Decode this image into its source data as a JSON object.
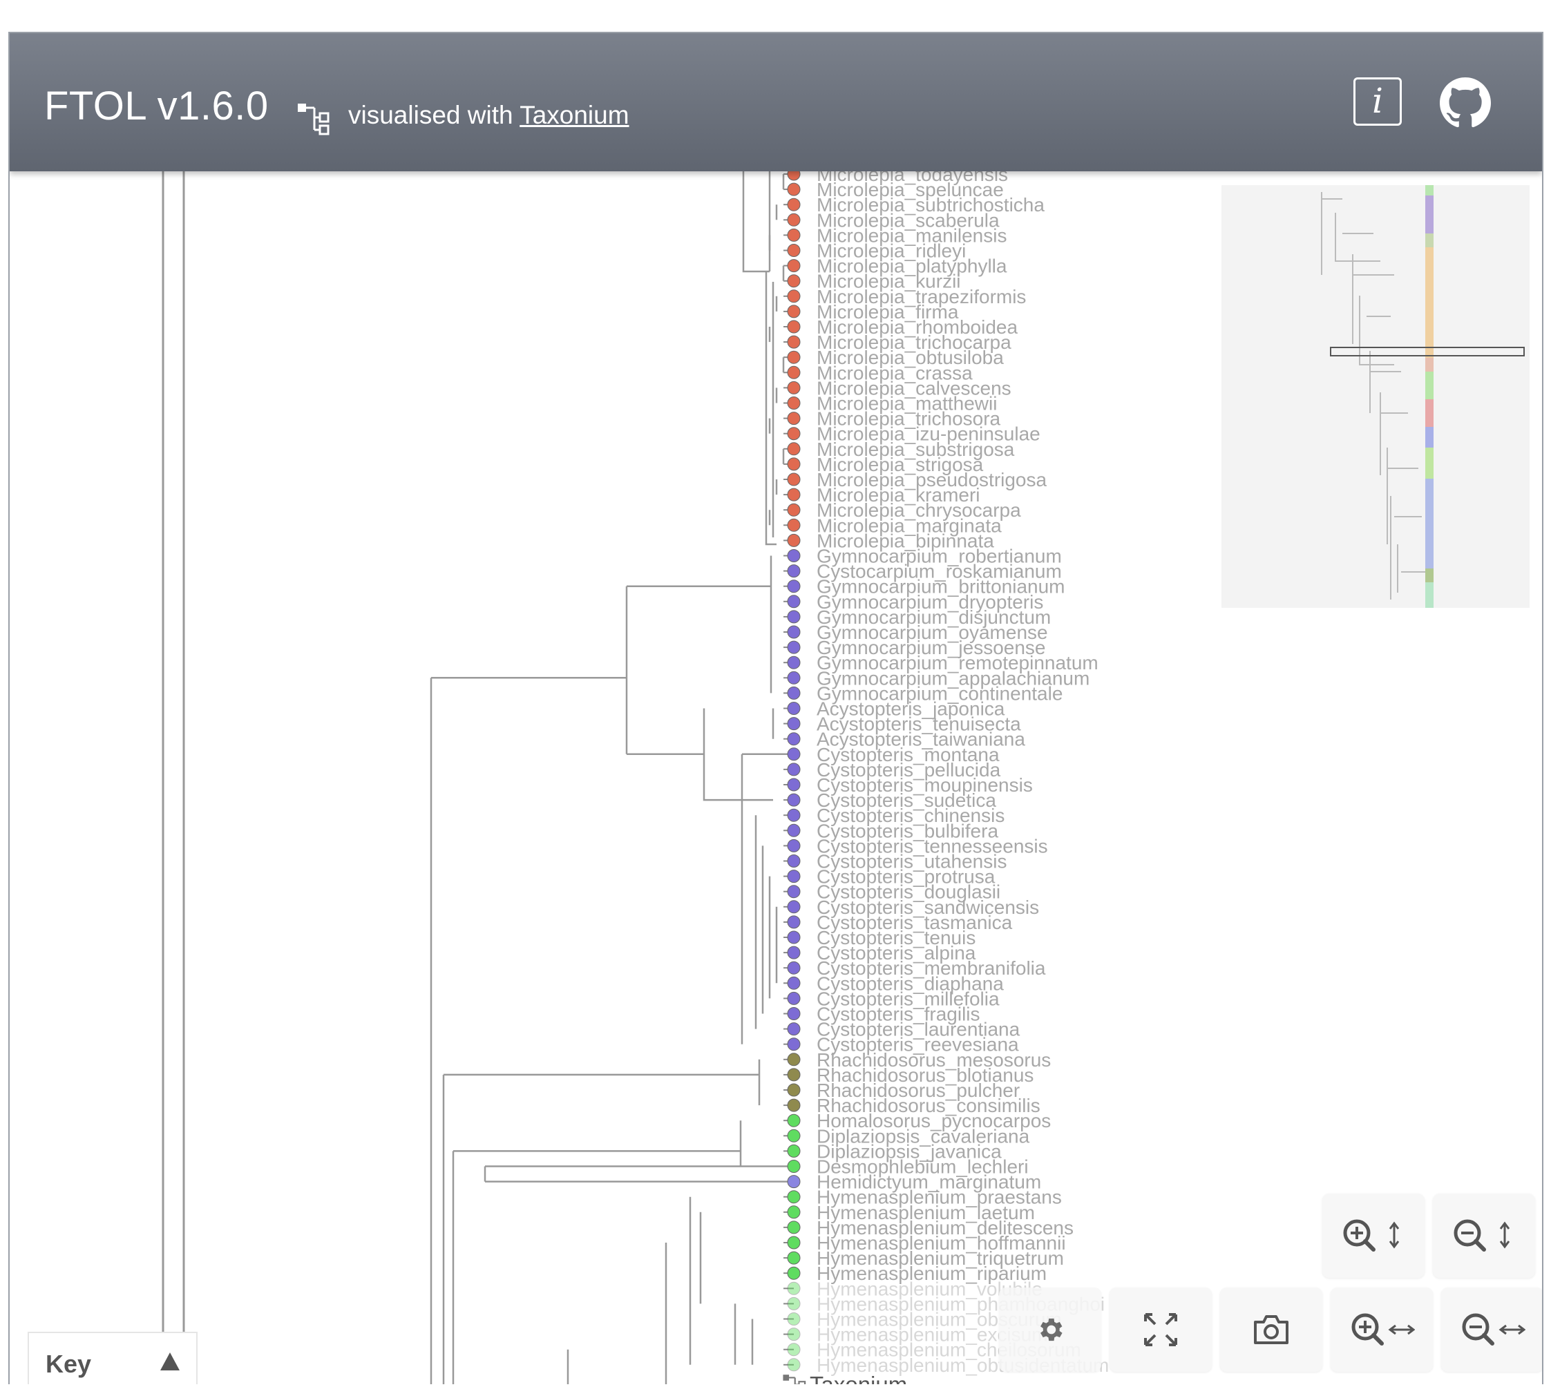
{
  "header": {
    "title": "FTOL v1.6.0",
    "subtitle_prefix": "visualised with",
    "subtitle_link": "Taxonium",
    "info_label": "i"
  },
  "tree": {
    "colors": {
      "Microlepia": "#e06a50",
      "Gymnocarpium": "#7d6cd4",
      "Cystopteris": "#7d6cd4",
      "Acystopteris": "#7d6cd4",
      "Rhachidosorus": "#8f8a4e",
      "Homalosorus": "#5fdc60",
      "Diplaziopsis": "#5fdc60",
      "Desmophlebium": "#5fdc60",
      "Hemidictyum": "#8a85e0",
      "Hymenasplenium": "#5fdc60"
    },
    "tips": [
      "Microlepia_todayensis",
      "Microlepia_speluncae",
      "Microlepia_subtrichosticha",
      "Microlepia_scaberula",
      "Microlepia_manilensis",
      "Microlepia_ridleyi",
      "Microlepia_platyphylla",
      "Microlepia_kurzii",
      "Microlepia_trapeziformis",
      "Microlepia_firma",
      "Microlepia_rhomboidea",
      "Microlepia_trichocarpa",
      "Microlepia_obtusiloba",
      "Microlepia_crassa",
      "Microlepia_calvescens",
      "Microlepia_matthewii",
      "Microlepia_trichosora",
      "Microlepia_izu-peninsulae",
      "Microlepia_substrigosa",
      "Microlepia_strigosa",
      "Microlepia_pseudostrigosa",
      "Microlepia_krameri",
      "Microlepia_chrysocarpa",
      "Microlepia_marginata",
      "Microlepia_bipinnata",
      "Gymnocarpium_robertianum",
      "Cystocarpium_roskamianum",
      "Gymnocarpium_brittonianum",
      "Gymnocarpium_dryopteris",
      "Gymnocarpium_disjunctum",
      "Gymnocarpium_oyamense",
      "Gymnocarpium_jessoense",
      "Gymnocarpium_remotepinnatum",
      "Gymnocarpium_appalachianum",
      "Gymnocarpium_continentale",
      "Acystopteris_japonica",
      "Acystopteris_tenuisecta",
      "Acystopteris_taiwaniana",
      "Cystopteris_montana",
      "Cystopteris_pellucida",
      "Cystopteris_moupinensis",
      "Cystopteris_sudetica",
      "Cystopteris_chinensis",
      "Cystopteris_bulbifera",
      "Cystopteris_tennesseensis",
      "Cystopteris_utahensis",
      "Cystopteris_protrusa",
      "Cystopteris_douglasii",
      "Cystopteris_sandwicensis",
      "Cystopteris_tasmanica",
      "Cystopteris_tenuis",
      "Cystopteris_alpina",
      "Cystopteris_membranifolia",
      "Cystopteris_diaphana",
      "Cystopteris_millefolia",
      "Cystopteris_fragilis",
      "Cystopteris_laurentiana",
      "Cystopteris_reevesiana",
      "Rhachidosorus_mesosorus",
      "Rhachidosorus_blotianus",
      "Rhachidosorus_pulcher",
      "Rhachidosorus_consimilis",
      "Homalosorus_pycnocarpos",
      "Diplaziopsis_cavaleriana",
      "Diplaziopsis_javanica",
      "Desmophlebium_lechleri",
      "Hemidictyum_marginatum",
      "Hymenasplenium_praestans",
      "Hymenasplenium_laetum",
      "Hymenasplenium_delitescens",
      "Hymenasplenium_hoffmannii",
      "Hymenasplenium_triquetrum",
      "Hymenasplenium_riparium",
      "Hymenasplenium_volubile",
      "Hymenasplenium_phamhoanghoi",
      "Hymenasplenium_obscurum",
      "Hymenasplenium_excisum",
      "Hymenasplenium_cheilosorum",
      "Hymenasplenium_obtusidentatum"
    ]
  },
  "controls": {
    "key_label": "Key",
    "watermark": "Taxonium"
  }
}
